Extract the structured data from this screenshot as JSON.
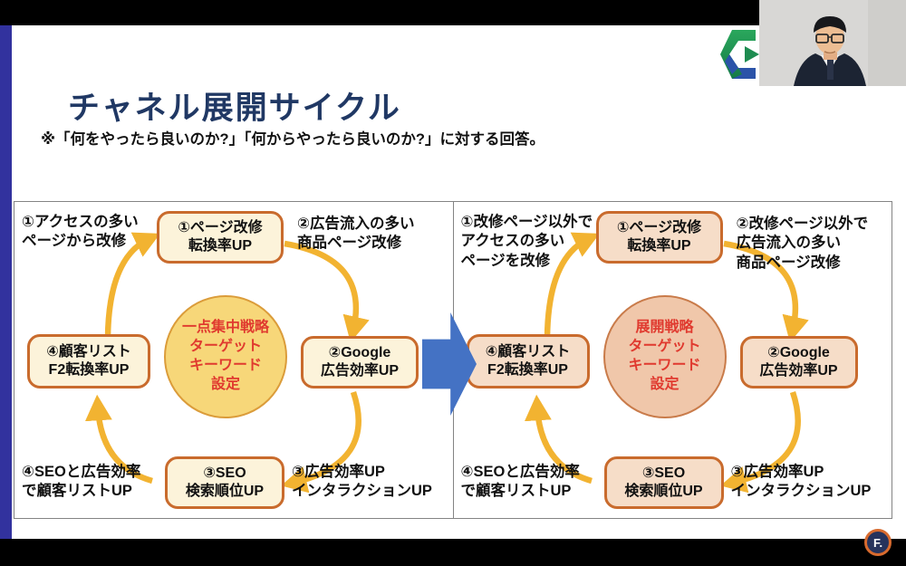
{
  "slide": {
    "title": "チャネル展開サイクル",
    "subtitle": "※「何をやったら良いのか?」「何からやったら良いのか?」に対する回答。"
  },
  "diagram": {
    "panels": [
      {
        "name": "一点集中戦略",
        "center": "一点集中戦略\nターゲット\nキーワード\n設定",
        "nodes": {
          "top": "①ページ改修\n転換率UP",
          "right": "②Google\n広告効率UP",
          "bottom": "③SEO\n検索順位UP",
          "left": "④顧客リスト\nF2転換率UP"
        },
        "notes": {
          "top_left": "①アクセスの多い\nページから改修",
          "top_right": "②広告流入の多い\n商品ページ改修",
          "bottom_right": "③広告効率UP\nインタラクションUP",
          "bottom_left": "④SEOと広告効率\nで顧客リストUP"
        }
      },
      {
        "name": "展開戦略",
        "center": "展開戦略\nターゲット\nキーワード\n設定",
        "nodes": {
          "top": "①ページ改修\n転換率UP",
          "right": "②Google\n広告効率UP",
          "bottom": "③SEO\n検索順位UP",
          "left": "④顧客リスト\nF2転換率UP"
        },
        "notes": {
          "top_left": "①改修ページ以外で\nアクセスの多い\nページを改修",
          "top_right": "②改修ページ以外で\n広告流入の多い\n商品ページ改修",
          "bottom_right": "③広告効率UP\nインタラクションUP",
          "bottom_left": "④SEOと広告効率\nで顧客リストUP"
        }
      }
    ]
  },
  "footer": {
    "logo_text": "F."
  },
  "colors": {
    "title_navy": "#203864",
    "left_bar_blue": "#32329E",
    "transition_arrow_blue": "#4472C4",
    "cycle_arrow_gold": "#F2B331",
    "left_node_bg": "#FCF3DA",
    "right_node_bg": "#F6DDC8",
    "node_border": "#C96B2D",
    "center_text_red": "#E03A2F"
  }
}
